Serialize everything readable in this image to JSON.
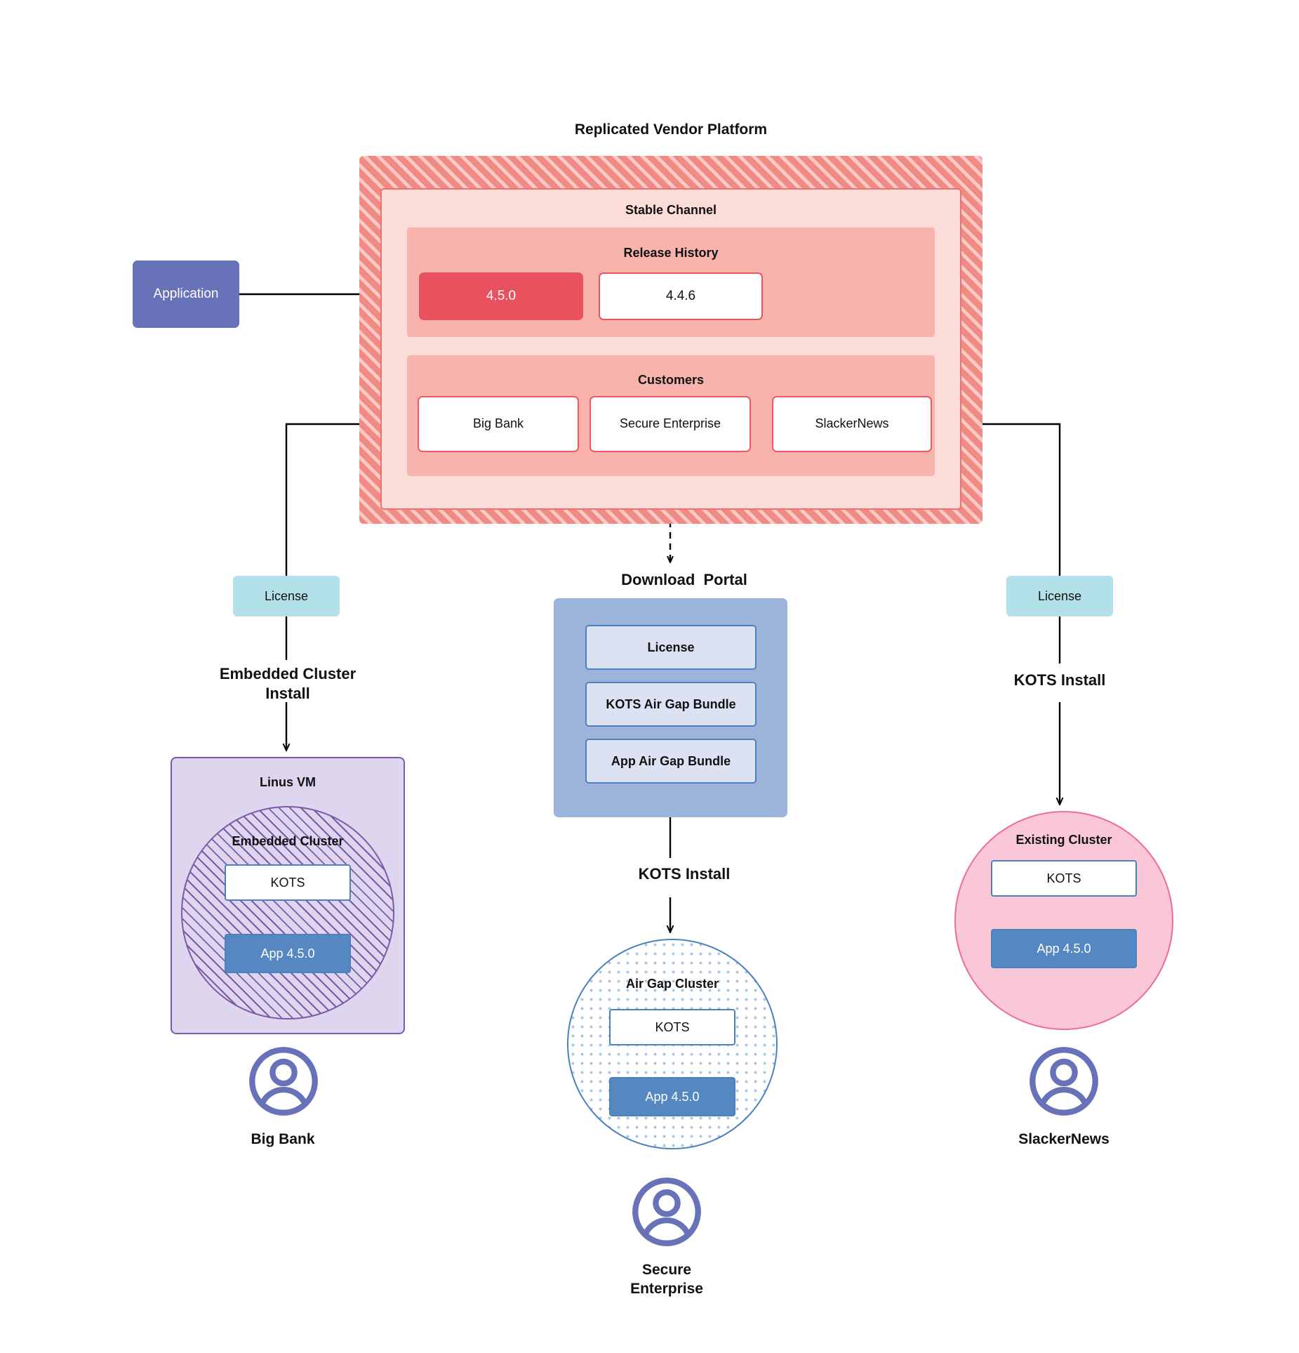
{
  "diagram": {
    "platform": {
      "title": "Replicated Vendor Platform",
      "channel_title": "Stable Channel",
      "release_history": {
        "title": "Release History",
        "releases": [
          {
            "version": "4.5.0",
            "state": "current"
          },
          {
            "version": "4.4.6",
            "state": "previous"
          }
        ]
      },
      "customers": {
        "title": "Customers",
        "items": [
          {
            "name": "Big Bank"
          },
          {
            "name": "Secure\nEnterprise"
          },
          {
            "name": "SlackerNews"
          }
        ]
      }
    },
    "application": {
      "label": "Application"
    },
    "licenses": {
      "left_label": "License",
      "right_label": "License"
    },
    "connectors": {
      "embedded_cluster_install": "Embedded Cluster\nInstall",
      "kots_install_right": "KOTS Install",
      "kots_install_middle": "KOTS Install"
    },
    "download_portal": {
      "title": "Download  Portal",
      "items": [
        {
          "label": "License"
        },
        {
          "label": "KOTS Air Gap Bundle"
        },
        {
          "label": "App Air Gap Bundle"
        }
      ]
    },
    "linux_vm": {
      "title": "Linus VM",
      "embedded_cluster": {
        "title": "Embedded Cluster",
        "kots": "KOTS",
        "app": "App 4.5.0"
      }
    },
    "air_gap_cluster": {
      "title": "Air Gap Cluster",
      "kots": "KOTS",
      "app": "App 4.5.0"
    },
    "existing_cluster": {
      "title": "Existing Cluster",
      "kots": "KOTS",
      "app": "App 4.5.0"
    },
    "personas": [
      {
        "name": "Big Bank",
        "icon": "user-avatar-icon"
      },
      {
        "name": "Secure\nEnterprise",
        "icon": "user-avatar-icon"
      },
      {
        "name": "SlackerNews",
        "icon": "user-avatar-icon"
      }
    ],
    "colors": {
      "platform_hatch": "#f08a84",
      "stable_channel": "#fbdcd8",
      "release_group": "#f8b4ac",
      "current_release": "#e8525f",
      "application": "#6872b8",
      "license": "#b3e1ea",
      "download_portal": "#9db4da",
      "portal_item": "#dde2f3",
      "app_box": "#5588c0",
      "linux_vm": "#ded5ee",
      "existing_cluster": "#fac7d6",
      "persona": "#6872b8"
    }
  }
}
